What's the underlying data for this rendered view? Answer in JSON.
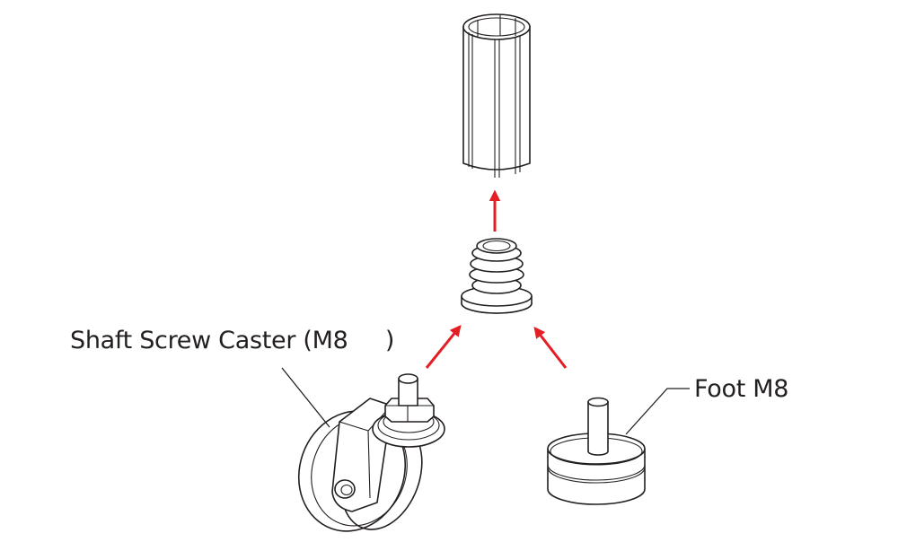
{
  "diagram": {
    "type": "exploded-assembly",
    "parts": [
      {
        "id": "tube",
        "name": "Hexagonal profile tube"
      },
      {
        "id": "insert",
        "name": "Threaded tube insert"
      },
      {
        "id": "caster",
        "name": "Shaft Screw Caster",
        "label": "Shaft Screw Caster (M8     )"
      },
      {
        "id": "foot",
        "name": "Foot",
        "label": "Foot M8"
      }
    ],
    "arrows": [
      {
        "from": "insert",
        "to": "tube",
        "direction": "up"
      },
      {
        "from": "caster",
        "to": "insert",
        "direction": "up-right"
      },
      {
        "from": "foot",
        "to": "insert",
        "direction": "up-left"
      }
    ],
    "colors": {
      "line": "#231f20",
      "arrow": "#e31e24",
      "background": "#ffffff"
    }
  },
  "labels": {
    "caster": "Shaft Screw Caster (M8     )",
    "foot": "Foot M8"
  }
}
